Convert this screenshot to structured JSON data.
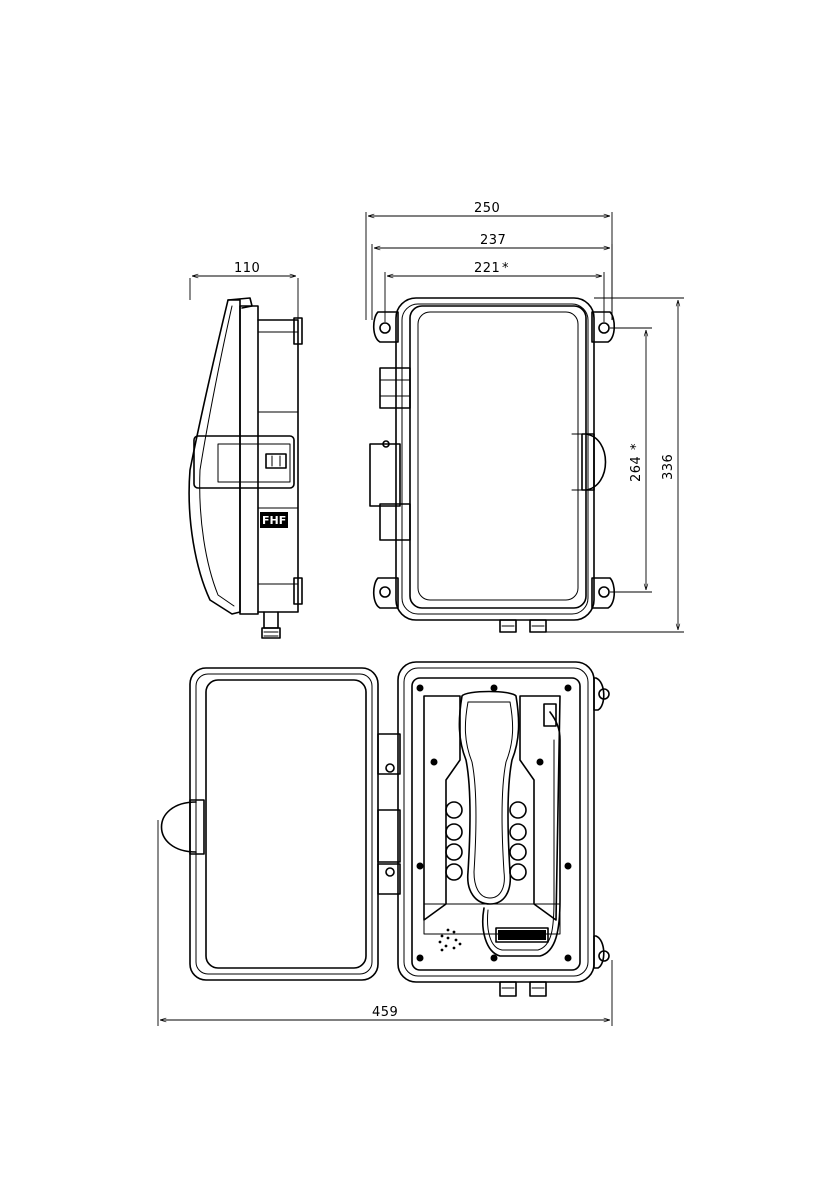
{
  "logo_text": "FHF",
  "dimensions": {
    "side_depth": "110",
    "overall_width": "250",
    "width_237": "237",
    "hole_spacing_width": "221",
    "hole_spacing_height": "264",
    "overall_height": "336",
    "open_width": "459",
    "marker": "*"
  }
}
